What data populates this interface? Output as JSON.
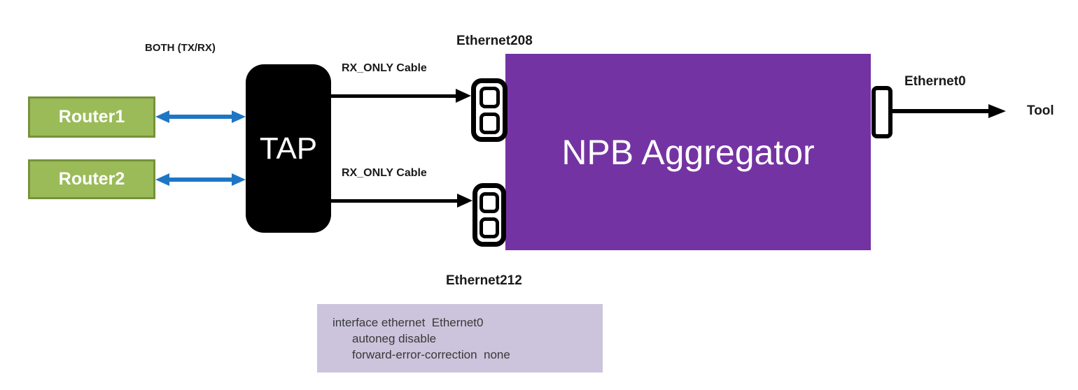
{
  "diagram": {
    "nodes": {
      "router1": "Router1",
      "router2": "Router2",
      "tap": "TAP",
      "npb": "NPB Aggregator",
      "tool": "Tool"
    },
    "labels": {
      "both_link": "BOTH (TX/RX)",
      "rx_cable_top": "RX_ONLY Cable",
      "rx_cable_bottom": "RX_ONLY Cable",
      "port_top": "Ethernet208",
      "port_bottom": "Ethernet212",
      "port_out": "Ethernet0"
    },
    "config_box": {
      "line1": "interface ethernet  Ethernet0",
      "line2": "autoneg disable",
      "line3": "forward-error-correction  none"
    },
    "colors": {
      "router_fill": "#9bbb59",
      "router_border": "#76923c",
      "npb_fill": "#7433a2",
      "tap_fill": "#000000",
      "link_blue": "#1e76c4",
      "link_black": "#000000",
      "config_fill": "#ccc4dc",
      "node_text": "#ffffff",
      "label_text": "#1a1a1a"
    }
  }
}
